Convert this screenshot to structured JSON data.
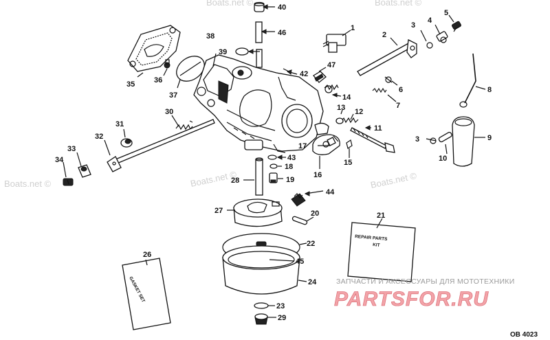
{
  "watermark": "Boats.net ©",
  "diagram_code": "OB 4023",
  "cards": {
    "repair_kit_line1": "REPAIR PARTS",
    "repair_kit_line2": "KIT",
    "gasket_set": "GASKET SET"
  },
  "banner": {
    "line1": "ЗАПЧАСТИ И АКСЕССУАРЫ ДЛЯ МОТОТЕХНИКИ",
    "line2": "PARTSFOR.RU"
  },
  "callouts": [
    "1",
    "2",
    "3",
    "3",
    "4",
    "5",
    "6",
    "7",
    "8",
    "9",
    "10",
    "11",
    "12",
    "13",
    "14",
    "15",
    "16",
    "17",
    "18",
    "19",
    "20",
    "21",
    "22",
    "23",
    "24",
    "25",
    "26",
    "27",
    "28",
    "29",
    "30",
    "31",
    "32",
    "33",
    "34",
    "35",
    "36",
    "37",
    "38",
    "39",
    "40",
    "41",
    "42",
    "43",
    "44",
    "45",
    "46",
    "47"
  ]
}
